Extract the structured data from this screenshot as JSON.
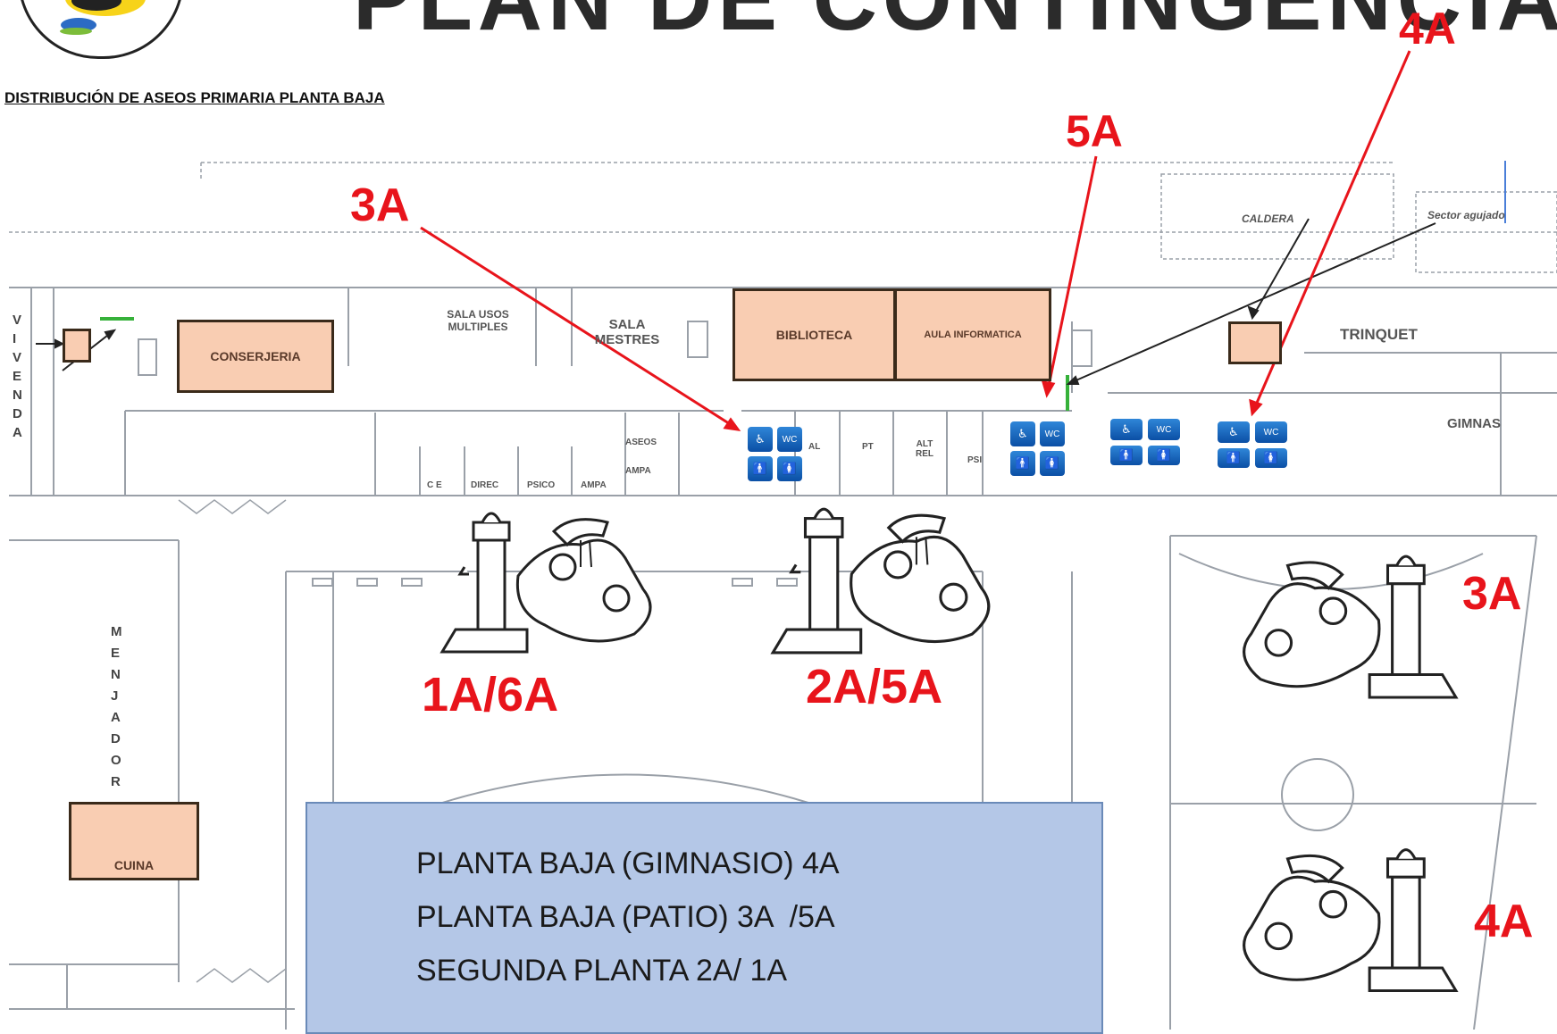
{
  "header": {
    "title": "PLAN DE CONTINGENCIA",
    "subtitle": "DISTRIBUCIÓN DE ASEOS PRIMARIA PLANTA BAJA"
  },
  "rooms": {
    "conserjeria": "CONSERJERIA",
    "biblioteca": "BIBLIOTECA",
    "aula_informatica": "AULA INFORMATICA",
    "cuina": "CUINA",
    "sala_usos": "SALA USOS MULTIPLES",
    "sala_mestres": "SALA MESTRES",
    "trinquet": "TRINQUET",
    "gimnas": "GIMNAS",
    "caldera": "CALDERA",
    "sector_agujado": "Sector agujado",
    "aseos": "ASEOS",
    "ampa": "AMPA",
    "ce": "C E",
    "direc": "DIREC",
    "psico": "PSICO",
    "ampa2": "AMPA",
    "al": "AL",
    "pt": "PT",
    "alt_rel": "ALT REL",
    "psi": "PSI",
    "vivenda_letters": [
      "V",
      "I",
      "V",
      "E",
      "N",
      "D",
      "A"
    ],
    "menjador_letters": [
      "M",
      "E",
      "N",
      "J",
      "A",
      "D",
      "O",
      "R"
    ]
  },
  "markers": {
    "arrow_3a": "3A",
    "arrow_5a": "5A",
    "arrow_4a": "4A",
    "fountain_1a6a": "1A/6A",
    "fountain_2a5a": "2A/5A",
    "fountain_right_3a": "3A",
    "fountain_right_4a": "4A"
  },
  "info": {
    "line1": "PLANTA BAJA (GIMNASIO) 4A",
    "line2": "PLANTA BAJA (PATIO) 3A  /5A",
    "line3": "SEGUNDA PLANTA 2A/ 1A"
  },
  "icons": {
    "wheelchair": "wheelchair-icon",
    "wc": "WC",
    "man": "man-icon",
    "woman": "woman-icon"
  },
  "colors": {
    "room_fill": "#f9cdb2",
    "marker_red": "#e8141b",
    "toilet_blue": "#1666c2",
    "info_fill": "#b4c7e7"
  }
}
